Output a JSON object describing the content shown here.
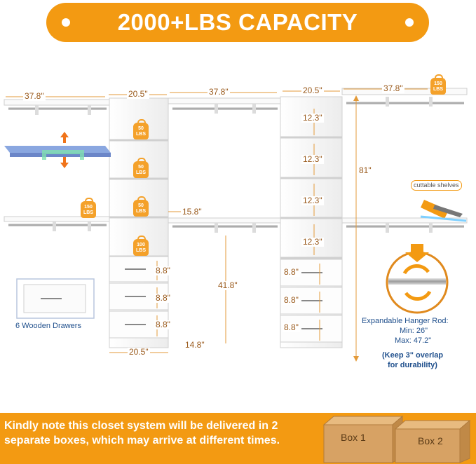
{
  "banner": {
    "title": "2000+LBS CAPACITY"
  },
  "dimensions": {
    "top_left_width": "37.8\"",
    "tower1_width": "20.5\"",
    "top_middle_width": "37.8\"",
    "tower2_width": "20.5\"",
    "top_right_width": "37.8\"",
    "shelf_spacing_1": "12.3\"",
    "shelf_spacing_2": "12.3\"",
    "shelf_spacing_3": "12.3\"",
    "shelf_spacing_4": "12.3\"",
    "total_height": "81\"",
    "tower_depth_shelf": "15.8\"",
    "rod_height": "41.8\"",
    "drawer_left_1": "8.8\"",
    "drawer_left_2": "8.8\"",
    "drawer_left_3": "8.8\"",
    "drawer_right_1": "8.8\"",
    "drawer_right_2": "8.8\"",
    "drawer_right_3": "8.8\"",
    "bottom_width": "20.5\"",
    "bottom_depth": "14.8\""
  },
  "weights": {
    "top_right": {
      "value": "150",
      "unit": "LBS"
    },
    "left_shelf": {
      "value": "150",
      "unit": "LBS"
    },
    "tower_shelf_1": {
      "value": "50",
      "unit": "LBS"
    },
    "tower_shelf_2": {
      "value": "50",
      "unit": "LBS"
    },
    "tower_shelf_3": {
      "value": "50",
      "unit": "LBS"
    },
    "tower_shelf_4": {
      "value": "100",
      "unit": "LBS"
    }
  },
  "callouts": {
    "drawers": "6 Wooden Drawers",
    "cuttable": "cuttable shelves",
    "rod_title": "Expandable Hanger Rod:",
    "rod_min": "Min: 26\"",
    "rod_max": "Max: 47.2\"",
    "overlap_note_1": "(Keep 3\" overlap",
    "overlap_note_2": "for durability)"
  },
  "footer": {
    "notice": "Kindly note this closet system will be delivered in 2 separate boxes, which may arrive at different times.",
    "box1": "Box 1",
    "box2": "Box 2"
  },
  "colors": {
    "accent": "#f39a12",
    "dimension_text": "#9a5a1c",
    "caption_blue": "#1f4f8c"
  }
}
